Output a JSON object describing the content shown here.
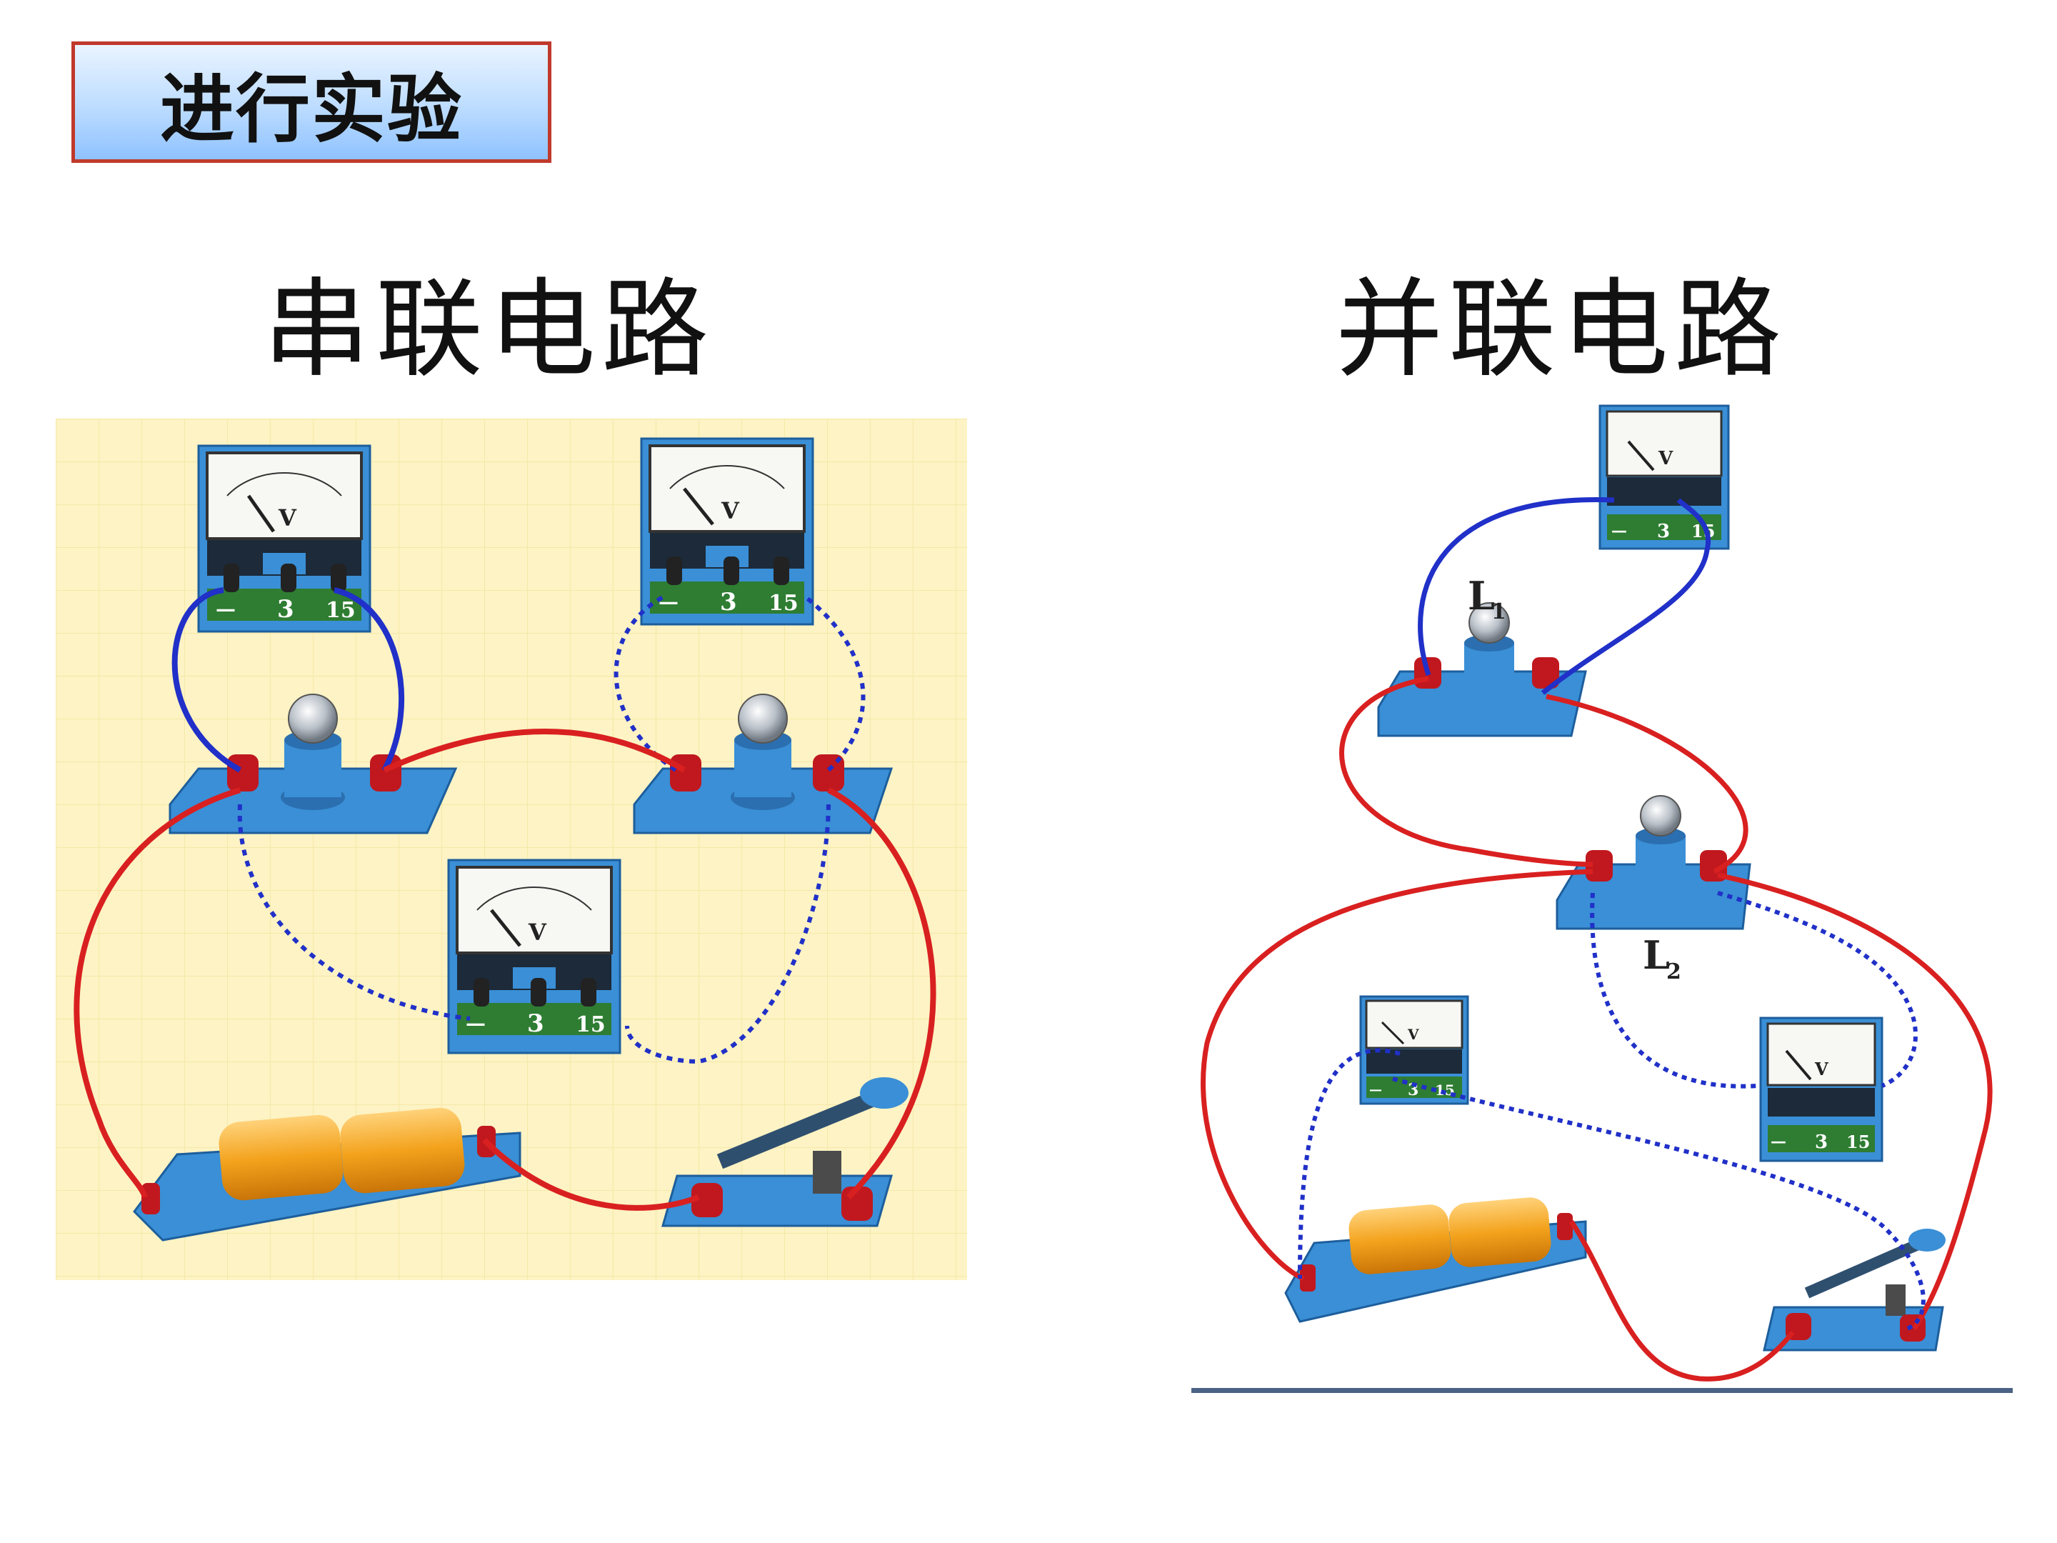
{
  "badge": {
    "label": "进行实验"
  },
  "series": {
    "heading": "串联电路",
    "voltmeter_face": "V",
    "terminals": {
      "neg": "—",
      "t3": "3",
      "t15": "15"
    }
  },
  "parallel": {
    "heading": "并联电路",
    "bulb1_label": "L",
    "bulb1_sub": "1",
    "bulb2_label": "L",
    "bulb2_sub": "2",
    "voltmeter_face": "V",
    "terminals": {
      "neg": "—",
      "t3": "3",
      "t15": "15"
    }
  },
  "colors": {
    "badge_border": "#c0392b",
    "wire_red": "#d92020",
    "wire_blue": "#2030c8",
    "board_blue": "#3a8fd6",
    "battery_orange": "#f0a020",
    "bg_series": "#fdf3c4"
  },
  "icons": [
    "voltmeter-icon",
    "bulb-icon",
    "battery-icon",
    "switch-icon"
  ]
}
